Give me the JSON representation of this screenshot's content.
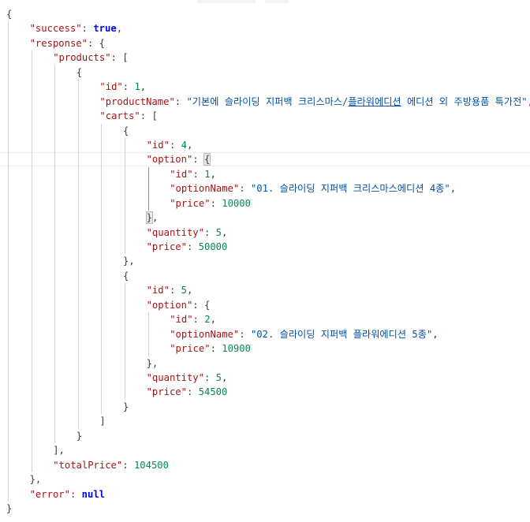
{
  "editor": {
    "language": "json",
    "lines": [
      {
        "indent": 0,
        "tokens": [
          {
            "t": "{",
            "c": "p"
          }
        ]
      },
      {
        "indent": 1,
        "tokens": [
          {
            "t": "\"success\"",
            "c": "k"
          },
          {
            "t": ": ",
            "c": "p"
          },
          {
            "t": "true",
            "c": "b"
          },
          {
            "t": ",",
            "c": "p"
          }
        ]
      },
      {
        "indent": 1,
        "tokens": [
          {
            "t": "\"response\"",
            "c": "k"
          },
          {
            "t": ": {",
            "c": "p"
          }
        ]
      },
      {
        "indent": 2,
        "tokens": [
          {
            "t": "\"products\"",
            "c": "k"
          },
          {
            "t": ": [",
            "c": "p"
          }
        ]
      },
      {
        "indent": 3,
        "tokens": [
          {
            "t": "{",
            "c": "p"
          }
        ]
      },
      {
        "indent": 4,
        "tokens": [
          {
            "t": "\"id\"",
            "c": "k"
          },
          {
            "t": ": ",
            "c": "p"
          },
          {
            "t": "1",
            "c": "n"
          },
          {
            "t": ",",
            "c": "p"
          }
        ]
      },
      {
        "indent": 4,
        "tokens": [
          {
            "t": "\"productName\"",
            "c": "k"
          },
          {
            "t": ": ",
            "c": "p"
          },
          {
            "t": "\"기본에 슬라이딩 지퍼백 크리스마스/",
            "c": "s"
          },
          {
            "t": "플라워에디션",
            "c": "s link"
          },
          {
            "t": " 에디션 외 주방용품 특가전\"",
            "c": "s"
          },
          {
            "t": ",",
            "c": "p"
          }
        ]
      },
      {
        "indent": 4,
        "tokens": [
          {
            "t": "\"carts\"",
            "c": "k"
          },
          {
            "t": ": [",
            "c": "p"
          }
        ]
      },
      {
        "indent": 5,
        "tokens": [
          {
            "t": "{",
            "c": "p"
          }
        ]
      },
      {
        "indent": 6,
        "tokens": [
          {
            "t": "\"id\"",
            "c": "k"
          },
          {
            "t": ": ",
            "c": "p"
          },
          {
            "t": "4",
            "c": "n"
          },
          {
            "t": ",",
            "c": "p"
          }
        ]
      },
      {
        "indent": 6,
        "tokens": [
          {
            "t": "\"option\"",
            "c": "k"
          },
          {
            "t": ": ",
            "c": "p"
          },
          {
            "t": "{",
            "c": "p match"
          }
        ]
      },
      {
        "indent": 7,
        "tokens": [
          {
            "t": "\"id\"",
            "c": "k"
          },
          {
            "t": ": ",
            "c": "p"
          },
          {
            "t": "1",
            "c": "n"
          },
          {
            "t": ",",
            "c": "p"
          }
        ]
      },
      {
        "indent": 7,
        "tokens": [
          {
            "t": "\"optionName\"",
            "c": "k"
          },
          {
            "t": ": ",
            "c": "p"
          },
          {
            "t": "\"01. 슬라이딩 지퍼백 크리스마스에디션 4종\"",
            "c": "s"
          },
          {
            "t": ",",
            "c": "p"
          }
        ]
      },
      {
        "indent": 7,
        "tokens": [
          {
            "t": "\"price\"",
            "c": "k"
          },
          {
            "t": ": ",
            "c": "p"
          },
          {
            "t": "10000",
            "c": "n"
          }
        ]
      },
      {
        "indent": 6,
        "tokens": [
          {
            "t": "}",
            "c": "p match"
          },
          {
            "t": ",",
            "c": "p"
          }
        ]
      },
      {
        "indent": 6,
        "tokens": [
          {
            "t": "\"quantity\"",
            "c": "k"
          },
          {
            "t": ": ",
            "c": "p"
          },
          {
            "t": "5",
            "c": "n"
          },
          {
            "t": ",",
            "c": "p"
          }
        ]
      },
      {
        "indent": 6,
        "tokens": [
          {
            "t": "\"price\"",
            "c": "k"
          },
          {
            "t": ": ",
            "c": "p"
          },
          {
            "t": "50000",
            "c": "n"
          }
        ]
      },
      {
        "indent": 5,
        "tokens": [
          {
            "t": "},",
            "c": "p"
          }
        ]
      },
      {
        "indent": 5,
        "tokens": [
          {
            "t": "{",
            "c": "p"
          }
        ]
      },
      {
        "indent": 6,
        "tokens": [
          {
            "t": "\"id\"",
            "c": "k"
          },
          {
            "t": ": ",
            "c": "p"
          },
          {
            "t": "5",
            "c": "n"
          },
          {
            "t": ",",
            "c": "p"
          }
        ]
      },
      {
        "indent": 6,
        "tokens": [
          {
            "t": "\"option\"",
            "c": "k"
          },
          {
            "t": ": {",
            "c": "p"
          }
        ]
      },
      {
        "indent": 7,
        "tokens": [
          {
            "t": "\"id\"",
            "c": "k"
          },
          {
            "t": ": ",
            "c": "p"
          },
          {
            "t": "2",
            "c": "n"
          },
          {
            "t": ",",
            "c": "p"
          }
        ]
      },
      {
        "indent": 7,
        "tokens": [
          {
            "t": "\"optionName\"",
            "c": "k"
          },
          {
            "t": ": ",
            "c": "p"
          },
          {
            "t": "\"02. 슬라이딩 지퍼백 플라워에디션 5종\"",
            "c": "s"
          },
          {
            "t": ",",
            "c": "p"
          }
        ]
      },
      {
        "indent": 7,
        "tokens": [
          {
            "t": "\"price\"",
            "c": "k"
          },
          {
            "t": ": ",
            "c": "p"
          },
          {
            "t": "10900",
            "c": "n"
          }
        ]
      },
      {
        "indent": 6,
        "tokens": [
          {
            "t": "},",
            "c": "p"
          }
        ]
      },
      {
        "indent": 6,
        "tokens": [
          {
            "t": "\"quantity\"",
            "c": "k"
          },
          {
            "t": ": ",
            "c": "p"
          },
          {
            "t": "5",
            "c": "n"
          },
          {
            "t": ",",
            "c": "p"
          }
        ]
      },
      {
        "indent": 6,
        "tokens": [
          {
            "t": "\"price\"",
            "c": "k"
          },
          {
            "t": ": ",
            "c": "p"
          },
          {
            "t": "54500",
            "c": "n"
          }
        ]
      },
      {
        "indent": 5,
        "tokens": [
          {
            "t": "}",
            "c": "p"
          }
        ]
      },
      {
        "indent": 4,
        "tokens": [
          {
            "t": "]",
            "c": "p"
          }
        ]
      },
      {
        "indent": 3,
        "tokens": [
          {
            "t": "}",
            "c": "p"
          }
        ]
      },
      {
        "indent": 2,
        "tokens": [
          {
            "t": "],",
            "c": "p"
          }
        ]
      },
      {
        "indent": 2,
        "tokens": [
          {
            "t": "\"totalPrice\"",
            "c": "k"
          },
          {
            "t": ": ",
            "c": "p"
          },
          {
            "t": "104500",
            "c": "n"
          }
        ]
      },
      {
        "indent": 1,
        "tokens": [
          {
            "t": "},",
            "c": "p"
          }
        ]
      },
      {
        "indent": 1,
        "tokens": [
          {
            "t": "\"error\"",
            "c": "k"
          },
          {
            "t": ": ",
            "c": "p"
          },
          {
            "t": "null",
            "c": "b"
          }
        ]
      },
      {
        "indent": 0,
        "tokens": [
          {
            "t": "}",
            "c": "p"
          }
        ]
      }
    ]
  },
  "colors": {
    "key": "#a31515",
    "string": "#0451a5",
    "number": "#098658",
    "keyword": "#0000ff",
    "punctuation": "#3b3b3b"
  }
}
